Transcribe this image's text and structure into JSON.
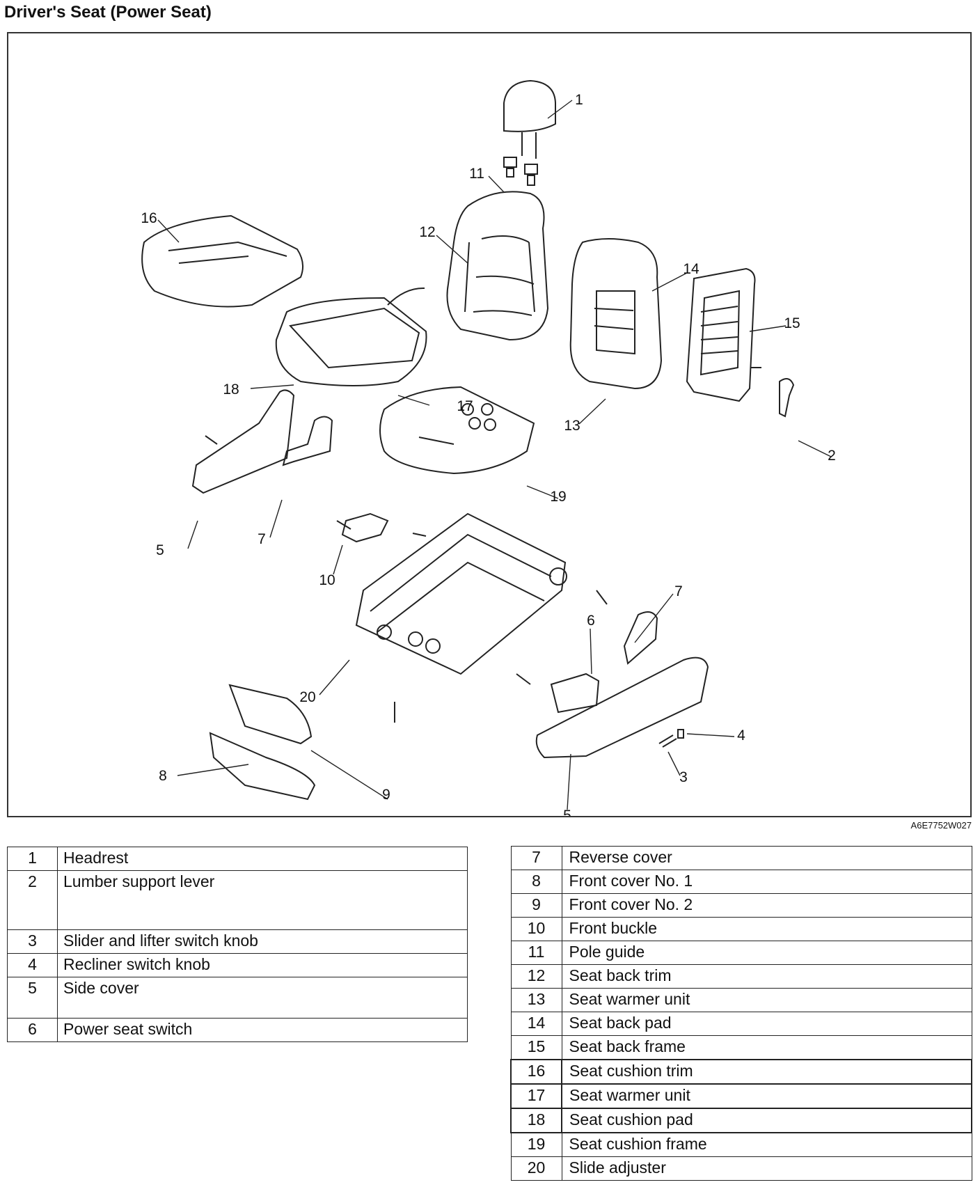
{
  "title": "Driver's Seat (Power Seat)",
  "figure_code": "A6E7752W027",
  "callouts": [
    "1",
    "2",
    "3",
    "4",
    "5",
    "5",
    "6",
    "7",
    "7",
    "8",
    "9",
    "10",
    "11",
    "12",
    "13",
    "14",
    "15",
    "16",
    "17",
    "18",
    "19",
    "20"
  ],
  "legend_left": [
    {
      "num": "1",
      "name": "Headrest"
    },
    {
      "num": "2",
      "name": "Lumber support lever"
    },
    {
      "num": "3",
      "name": "Slider and lifter switch knob"
    },
    {
      "num": "4",
      "name": "Recliner switch knob"
    },
    {
      "num": "5",
      "name": "Side cover"
    },
    {
      "num": "6",
      "name": "Power seat switch"
    }
  ],
  "legend_right": [
    {
      "num": "7",
      "name": "Reverse cover"
    },
    {
      "num": "8",
      "name": "Front cover No. 1"
    },
    {
      "num": "9",
      "name": "Front cover No. 2"
    },
    {
      "num": "10",
      "name": "Front buckle"
    },
    {
      "num": "11",
      "name": "Pole guide"
    },
    {
      "num": "12",
      "name": "Seat back trim"
    },
    {
      "num": "13",
      "name": "Seat warmer unit"
    },
    {
      "num": "14",
      "name": "Seat back pad"
    },
    {
      "num": "15",
      "name": "Seat back frame"
    },
    {
      "num": "16",
      "name": "Seat cushion trim"
    },
    {
      "num": "17",
      "name": "Seat warmer unit"
    },
    {
      "num": "18",
      "name": "Seat cushion pad"
    },
    {
      "num": "19",
      "name": "Seat cushion frame"
    },
    {
      "num": "20",
      "name": "Slide adjuster"
    }
  ]
}
